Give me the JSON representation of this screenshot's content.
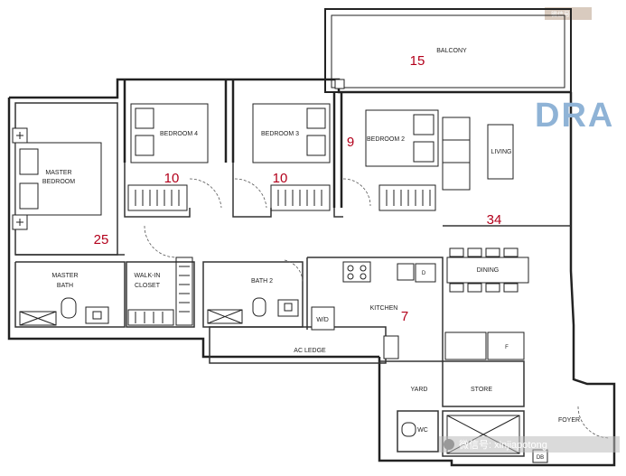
{
  "rooms": {
    "balcony": "BALCONY",
    "bedroom4": "BEDROOM 4",
    "bedroom3": "BEDROOM 3",
    "bedroom2": "BEDROOM 2",
    "living": "LIVING",
    "master_bedroom_line1": "MASTER",
    "master_bedroom_line2": "BEDROOM",
    "master_bath_line1": "MASTER",
    "master_bath_line2": "BATH",
    "walkin_line1": "WALK-IN",
    "walkin_line2": "CLOSET",
    "bath2": "BATH 2",
    "dining": "DINING",
    "kitchen": "KITCHEN",
    "wd": "W/D",
    "ac_ledge": "AC LEDGE",
    "yard": "YARD",
    "store": "STORE",
    "wc": "WC",
    "foyer": "FOYER",
    "fridge": "F",
    "dryer": "D",
    "bin": "DB"
  },
  "areas": {
    "balcony": "15",
    "bedroom4": "10",
    "bedroom3": "10",
    "bedroom2": "9",
    "living": "34",
    "master": "25",
    "kitchen": "7"
  },
  "watermark": "DRA",
  "wechat": "微信号: xinjiapotong",
  "badge": "微信号"
}
